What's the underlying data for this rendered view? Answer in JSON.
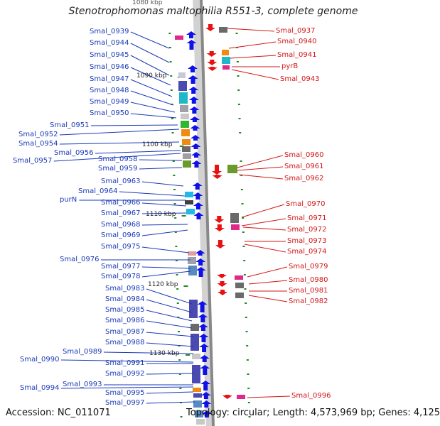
{
  "title": "Stenotrophomonas maltophilia R551-3, complete genome",
  "accession": "Accession: NC_011071",
  "topology": "Topology: circular; Length: 4,573,969 bp; Genes: 4,125",
  "kbp_markers": [
    {
      "label": "1080 kbp"
    },
    {
      "label": "1090 kbp"
    },
    {
      "label": "1100 kbp"
    },
    {
      "label": "1110 kbp"
    },
    {
      "label": "1120 kbp"
    },
    {
      "label": "1130 kbp"
    }
  ],
  "left_labels": [
    "Smal_0939",
    "Smal_0944",
    "Smal_0945",
    "Smal_0946",
    "Smal_0947",
    "Smal_0948",
    "Smal_0949",
    "Smal_0950",
    "Smal_0951",
    "Smal_0952",
    "Smal_0954",
    "Smal_0956",
    "Smal_0957",
    "Smal_0958",
    "Smal_0959",
    "Smal_0963",
    "Smal_0964",
    "purN",
    "Smal_0966",
    "Smal_0967",
    "Smal_0968",
    "Smal_0969",
    "Smal_0975",
    "Smal_0976",
    "Smal_0977",
    "Smal_0978",
    "Smal_0983",
    "Smal_0984",
    "Smal_0985",
    "Smal_0986",
    "Smal_0987",
    "Smal_0988",
    "Smal_0989",
    "Smal_0990",
    "Smal_0991",
    "Smal_0992",
    "Smal_0993",
    "Smal_0994",
    "Smal_0995",
    "Smal_0997"
  ],
  "right_labels": [
    "Smal_0937",
    "Smal_0940",
    "Smal_0941",
    "pyrB",
    "Smal_0943",
    "Smal_0960",
    "Smal_0961",
    "Smal_0962",
    "Smal_0970",
    "Smal_0971",
    "Smal_0972",
    "Smal_0973",
    "Smal_0974",
    "Smal_0979",
    "Smal_0980",
    "Smal_0981",
    "Smal_0982",
    "Smal_0996"
  ],
  "colors": {
    "forward_strand": "#1010e8",
    "reverse_strand": "#e81010",
    "left_label": "#1a3ab8",
    "right_label": "#d41616",
    "backbone": "#888888",
    "tick": "#1f8a1f"
  }
}
